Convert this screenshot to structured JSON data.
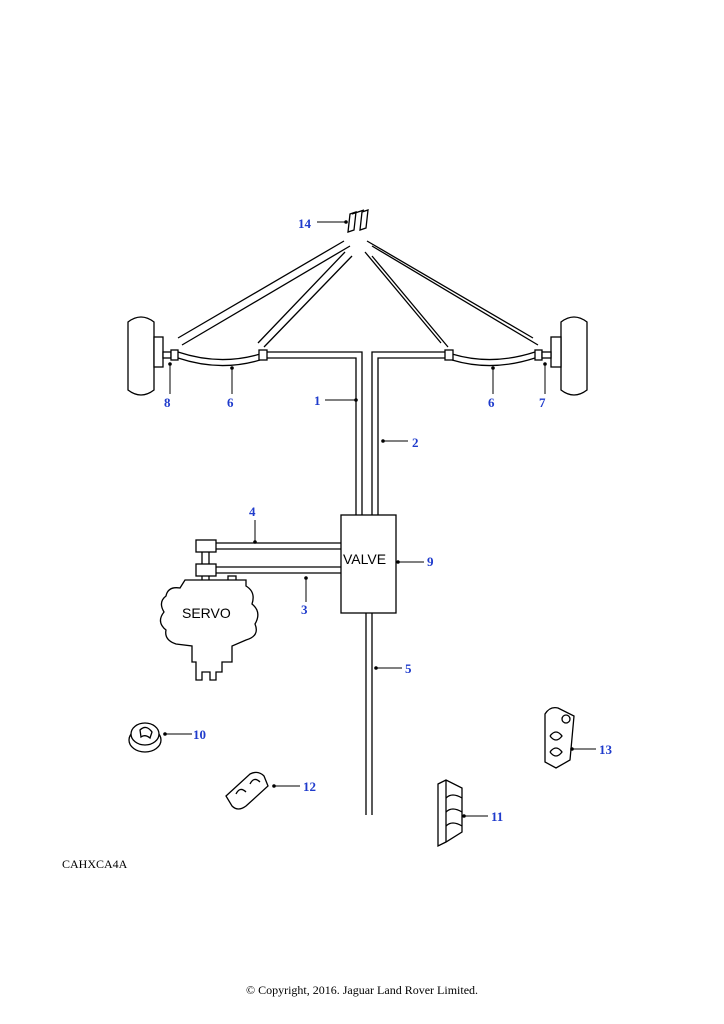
{
  "diagram": {
    "labels": {
      "valve": "VALVE",
      "servo": "SERVO"
    },
    "callouts": {
      "c1": "1",
      "c2": "2",
      "c3": "3",
      "c4": "4",
      "c5": "5",
      "c6a": "6",
      "c6b": "6",
      "c7": "7",
      "c8": "8",
      "c9": "9",
      "c10": "10",
      "c11": "11",
      "c12": "12",
      "c13": "13",
      "c14": "14"
    },
    "callout_color": "#1f3bcc"
  },
  "footer": {
    "reference": "CAHXCA4A",
    "copyright": "© Copyright, 2016. Jaguar Land Rover Limited."
  }
}
